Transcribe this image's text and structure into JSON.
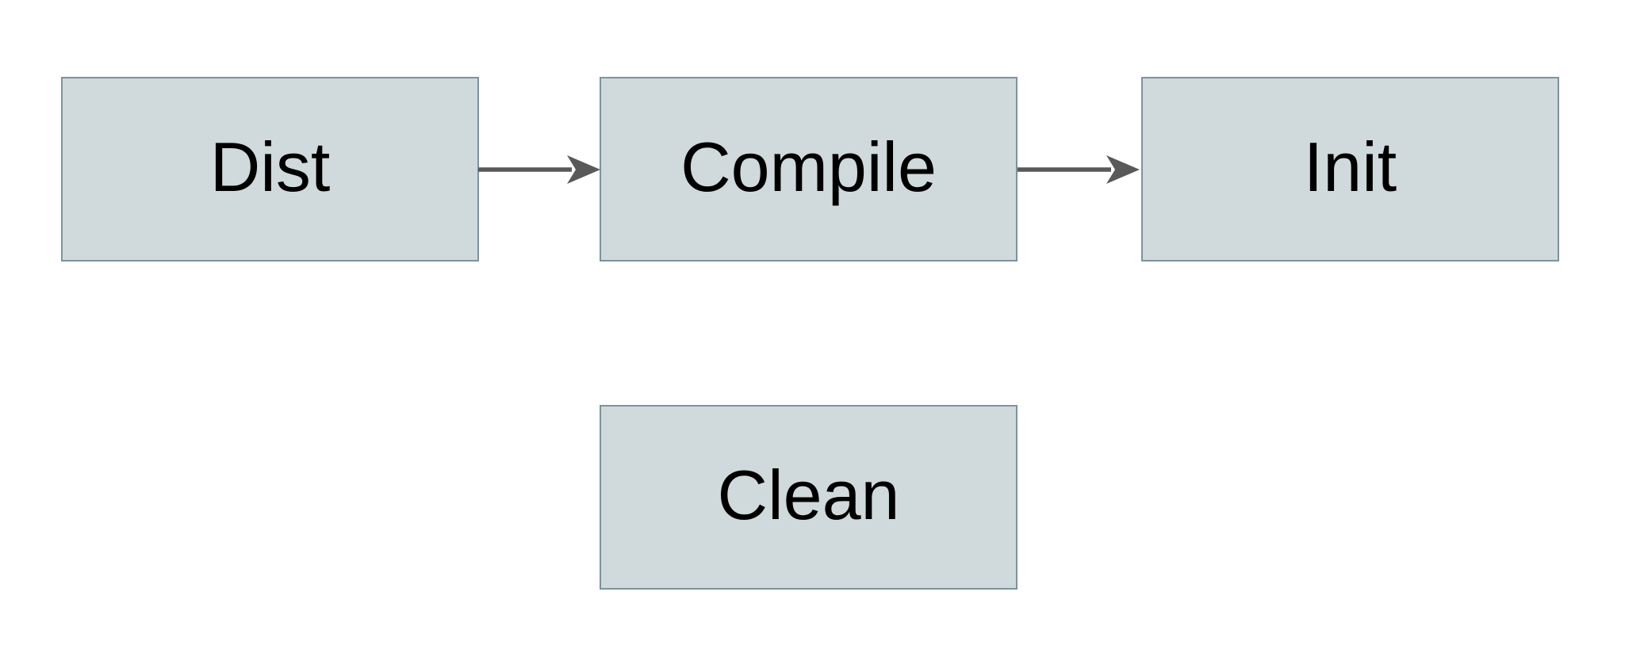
{
  "diagram": {
    "type": "flowchart",
    "background_color": "#ffffff",
    "node_fill_color": "#d0d9db",
    "node_border_color": "#7d939e",
    "arrow_color": "#595959",
    "label_color": "#000000",
    "nodes": [
      {
        "id": "dist",
        "label": "Dist"
      },
      {
        "id": "compile",
        "label": "Compile"
      },
      {
        "id": "init",
        "label": "Init"
      },
      {
        "id": "clean",
        "label": "Clean"
      }
    ],
    "edges": [
      {
        "from": "Dist",
        "to": "Compile",
        "style": "solid-arrow-right"
      },
      {
        "from": "Compile",
        "to": "Init",
        "style": "solid-arrow-right"
      }
    ]
  }
}
